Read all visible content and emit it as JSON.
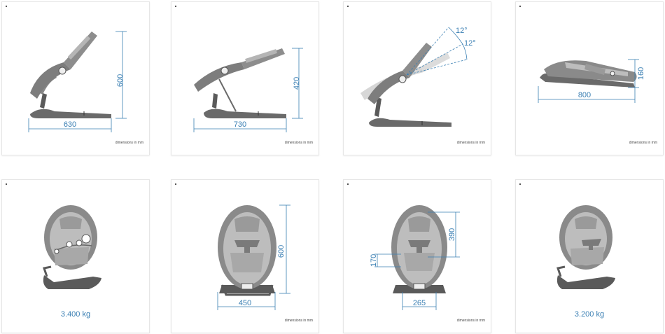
{
  "colors": {
    "dimension": "#3a7fb3",
    "frame": "#5a5a5a",
    "seat": "#8a8a8a",
    "fabric": "#bdbdbd",
    "border": "#e6e6e6"
  },
  "footer_text": "dimensions in mm",
  "cards": [
    {
      "label_height": "600",
      "label_width": "630"
    },
    {
      "label_height": "420",
      "label_width": "730"
    },
    {
      "angle_upper": "12°",
      "angle_lower": "12°"
    },
    {
      "label_height": "160",
      "label_width": "800"
    },
    {
      "weight": "3.400 kg"
    },
    {
      "label_height": "600",
      "label_width": "450"
    },
    {
      "label_height": "390",
      "label_side": "170",
      "label_width": "265"
    },
    {
      "weight": "3.200 kg"
    }
  ]
}
